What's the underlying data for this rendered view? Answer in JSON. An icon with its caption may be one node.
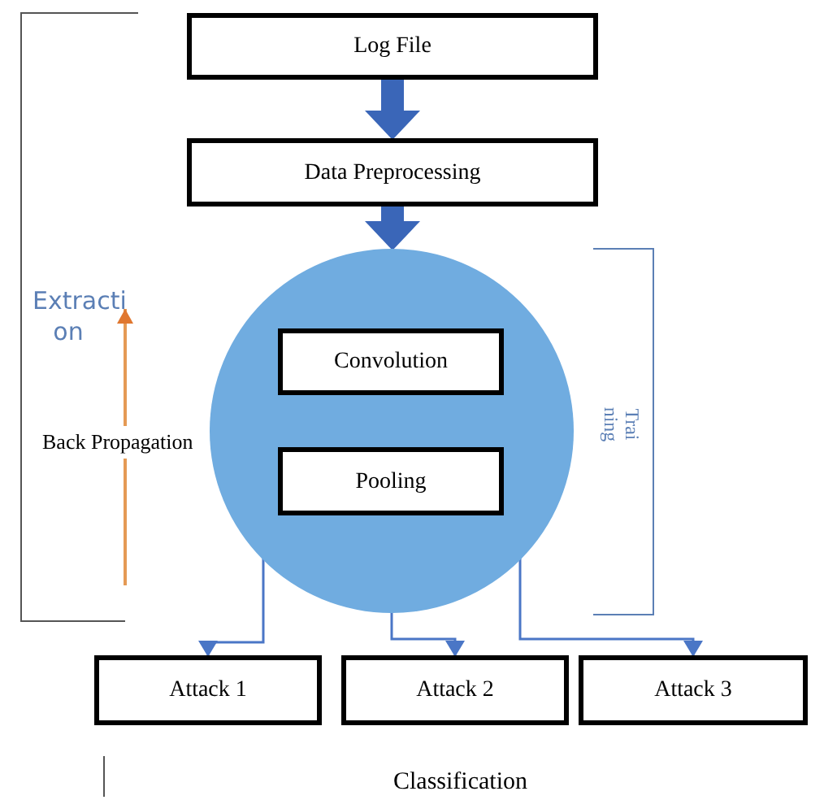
{
  "diagram": {
    "nodes": [
      {
        "text": [
          "Log File"
        ]
      },
      {
        "text": [
          "Data Preprocessing"
        ]
      },
      {
        "text": [],
        "shape": "circle"
      },
      {
        "text": [
          "Convolution"
        ],
        "in": 2
      },
      {
        "text": [
          "Pooling"
        ],
        "in": 2
      },
      {
        "text": [
          "Attack 1"
        ]
      },
      {
        "text": [
          "Attack 2"
        ]
      },
      {
        "text": [
          "Attack 3"
        ]
      }
    ],
    "edges": [
      {
        "from": 0,
        "to": 1,
        "arrow": "to",
        "style": "thick"
      },
      {
        "from": 1,
        "to": 2,
        "arrow": "to",
        "style": "thick"
      },
      {
        "from": 2,
        "to": 5,
        "arrow": "to"
      },
      {
        "from": 2,
        "to": 6,
        "arrow": "to"
      },
      {
        "from": 2,
        "to": 7,
        "arrow": "to"
      }
    ],
    "labels": [
      "Extracti on",
      "Back Propagation",
      "Trai ning",
      "Classification"
    ]
  }
}
